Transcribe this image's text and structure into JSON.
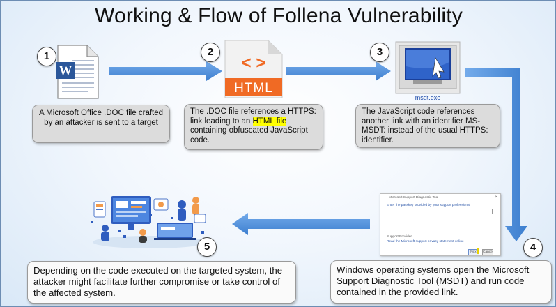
{
  "title": "Working  & Flow of Follena Vulnerability",
  "steps": [
    {
      "number": "1",
      "text": "A Microsoft Office .DOC file crafted by an attacker is sent to a target"
    },
    {
      "number": "2",
      "text_before": "The .DOC file references a HTTPS: link leading to an ",
      "highlight": "HTML file",
      "text_after": " containing obfuscated JavaScript code."
    },
    {
      "number": "3",
      "text": "The JavaScript code references another link with an identifier MS-MSDT: instead of the usual HTTPS: identifier."
    },
    {
      "number": "4",
      "text": "Windows operating systems open the Microsoft Support Diagnostic Tool (MSDT) and run code contained in the provided link."
    },
    {
      "number": "5",
      "text": "Depending on the code executed on the targeted system, the attacker might facilitate further compromise or take control of the affected system."
    }
  ],
  "icons": {
    "html_label": "HTML",
    "html_code": "< >",
    "word_letter": "W",
    "msdt_caption": "msdt.exe"
  },
  "dialog": {
    "title": "Microsoft Support Diagnostic Tool",
    "close": "×",
    "prompt": "Enter the passkey provided by your support professional",
    "provider": "Support Provider:",
    "provider_link": "Read the Microsoft support privacy statement online",
    "next": "Next",
    "cancel": "Cancel"
  },
  "colors": {
    "arrow": "#4f8fd8",
    "html_orange": "#f06a24",
    "word_blue": "#2b579a"
  }
}
